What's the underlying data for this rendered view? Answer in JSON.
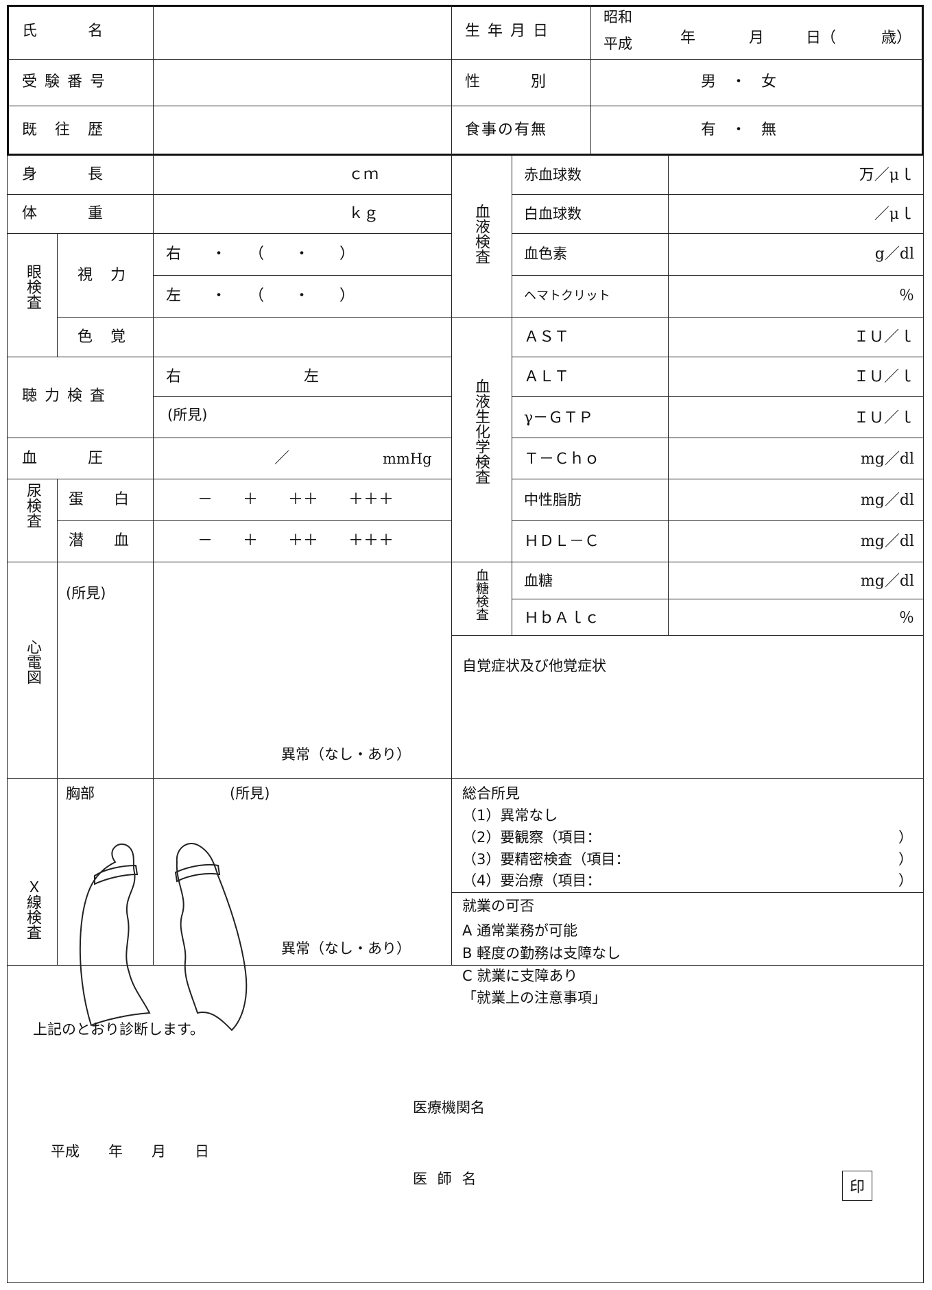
{
  "header": {
    "name_label": "氏　　　名",
    "exam_no_label": "受 験 番 号",
    "history_label": "既　往　歴",
    "dob_label": "生 年 月 日",
    "era_showa": "昭和",
    "era_heisei": "平成",
    "dob_year": "年",
    "dob_month": "月",
    "dob_day_age": "日（　　　歳）",
    "sex_label": "性　　　別",
    "sex_options": "男　・　女",
    "meal_label": "食事の有無",
    "meal_options": "有　・　無"
  },
  "physical": {
    "height_label": "身　　　長",
    "height_unit": "ｃｍ",
    "weight_label": "体　　　重",
    "weight_unit": "ｋｇ",
    "eye_group": "眼検査",
    "vision_label": "視　力",
    "vision_right": "右　　・　　（　　・　　）",
    "vision_left": "左　　・　　（　　・　　）",
    "color_label": "色　覚",
    "hearing_label": "聴 力 検 査",
    "hearing_right": "右",
    "hearing_left": "左",
    "hearing_finding": "(所見)",
    "bp_label": "血　　　圧",
    "bp_slash": "／",
    "bp_unit": "mmHg",
    "urine_group": "尿検査",
    "protein_label": "蛋　　白",
    "protein_scale": "－　　＋　　＋＋　　＋＋＋",
    "blood_label": "潜　　血",
    "blood_scale": "－　　＋　　＋＋　　＋＋＋"
  },
  "blood_test": {
    "group": "血液検査",
    "rows": [
      {
        "label": "赤血球数",
        "unit": "万／μｌ"
      },
      {
        "label": "白血球数",
        "unit": "／μｌ"
      },
      {
        "label": "血色素",
        "unit": "g／dl"
      },
      {
        "label": "ヘマトクリット",
        "unit": "％"
      }
    ]
  },
  "biochem": {
    "group": "血液生化学検査",
    "rows": [
      {
        "label": "ＡＳＴ",
        "unit": "ＩＵ／ｌ"
      },
      {
        "label": "ＡＬＴ",
        "unit": "ＩＵ／ｌ"
      },
      {
        "label": "γ－ＧＴＰ",
        "unit": "ＩＵ／ｌ"
      },
      {
        "label": "Ｔ－Ｃｈｏ",
        "unit": "mg／dl"
      },
      {
        "label": "中性脂肪",
        "unit": "mg／dl"
      },
      {
        "label": "ＨＤＬ－Ｃ",
        "unit": "mg／dl"
      }
    ]
  },
  "sugar": {
    "group": "血糖検査",
    "rows": [
      {
        "label": "血糖",
        "unit": "mg／dl"
      },
      {
        "label": "ＨｂＡｌｃ",
        "unit": "％"
      }
    ]
  },
  "ecg": {
    "label": "心電図",
    "finding": "(所見)",
    "abnormal": "異常（なし・あり）"
  },
  "symptoms": {
    "label": "自覚症状及び他覚症状"
  },
  "xray": {
    "label": "Ｘ線検査",
    "chest": "胸部",
    "finding": "(所見)",
    "abnormal": "異常（なし・あり）"
  },
  "overall": {
    "label": "総合所見",
    "items": [
      "（1）異常なし",
      "（2）要観察（項目：",
      "（3）要精密検査（項目：",
      "（4）要治療（項目："
    ],
    "close_paren": "）"
  },
  "work": {
    "label": "就業の可否",
    "items": [
      "A 通常業務が可能",
      "B 軽度の勤務は支障なし",
      "C 就業に支障あり",
      "「就業上の注意事項」"
    ]
  },
  "footer": {
    "statement": "上記のとおり診断します。",
    "date_line": "平成　　年　　月　　日",
    "institution_label": "医療機関名",
    "doctor_label": "医 師 名",
    "seal": "印"
  }
}
